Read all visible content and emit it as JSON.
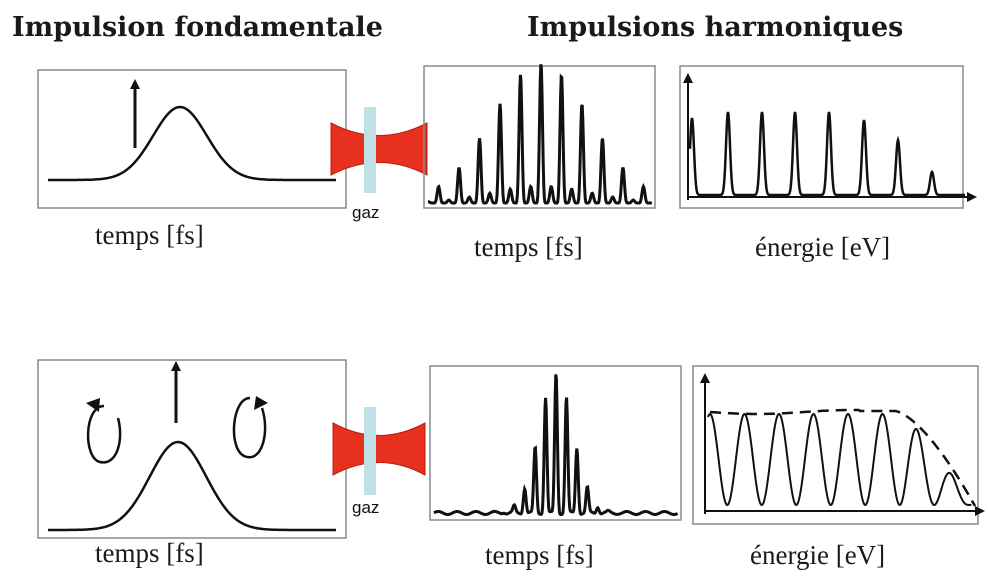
{
  "headings": {
    "fundamental": "Impulsion fondamentale",
    "harmonic": "Impulsions harmoniques"
  },
  "row1": {
    "fundamental_caption": "temps [fs]",
    "gas_label": "gaz",
    "time_caption": "temps [fs]",
    "energy_caption": "énergie [eV]"
  },
  "row2": {
    "fundamental_caption": "temps [fs]",
    "gas_label": "gaz",
    "time_caption": "temps [fs]",
    "energy_caption": "énergie [eV]"
  },
  "colors": {
    "frame": "#8a8a8a",
    "curve": "#111111",
    "focus_beam": "#e8301e",
    "gas_jet": "#bfe0e4"
  }
}
